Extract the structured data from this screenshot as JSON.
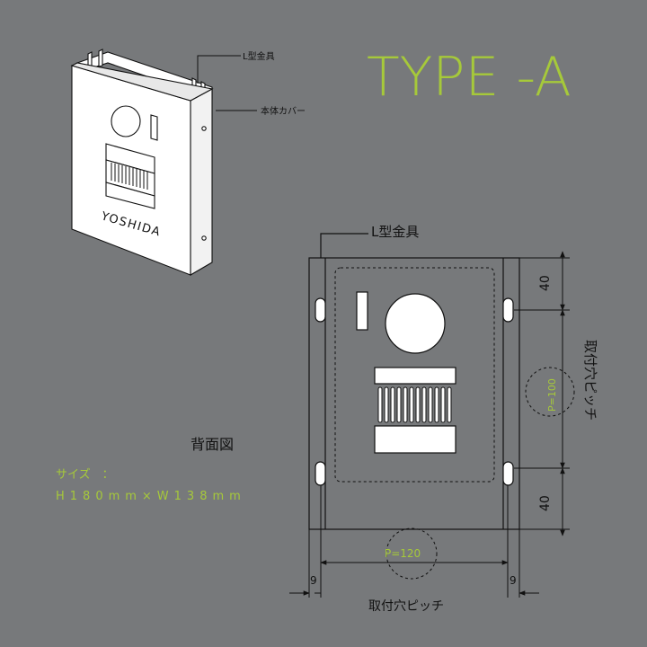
{
  "title": "TYPE -A",
  "colors": {
    "background": "#77797b",
    "accent": "#a6c93a",
    "line": "#111111",
    "panel": "#ffffff"
  },
  "perspective": {
    "brand": "YOSHIDA",
    "label_bracket": "L型金具",
    "label_cover": "本体カバー"
  },
  "back_view": {
    "title": "背面図",
    "label_bracket": "L型金具",
    "dim_top": "40",
    "dim_bottom": "40",
    "dim_left": "9",
    "dim_right": "9",
    "pitch_vertical_label": "P=100",
    "pitch_horizontal_label": "P=120",
    "side_caption": "取付穴ピッチ",
    "bottom_caption": "取付穴ピッチ"
  },
  "size": {
    "label": "サイズ　：",
    "value": "H180mm×W138mm"
  }
}
